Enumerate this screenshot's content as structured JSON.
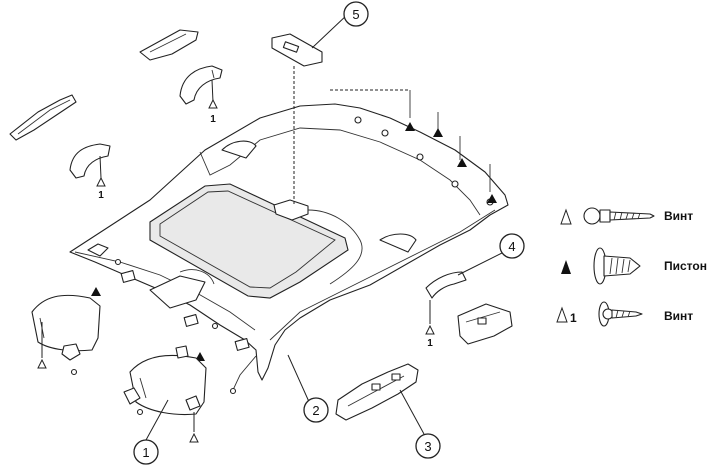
{
  "callouts": [
    "1",
    "2",
    "3",
    "4",
    "5"
  ],
  "legend": {
    "items": [
      {
        "symbol": "open-triangle",
        "label": "Винт"
      },
      {
        "symbol": "filled-triangle",
        "label": "Пистон"
      },
      {
        "symbol": "open-triangle-1",
        "mark": "1",
        "label": "Винт"
      }
    ]
  },
  "marks": {
    "one": "1"
  }
}
